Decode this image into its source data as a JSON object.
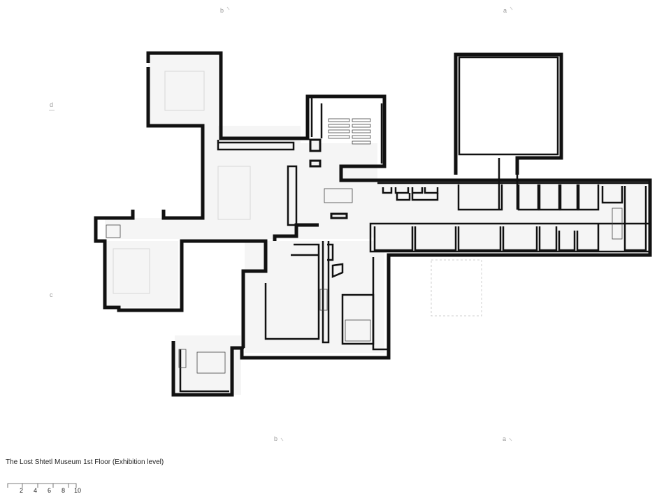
{
  "section_marks": {
    "b_top": "b",
    "a_top": "a",
    "d_left": "d",
    "c_left": "c",
    "b_bottom": "b",
    "a_bottom": "a"
  },
  "caption": "The Lost Shtetl Museum 1st Floor (Exhibition level)",
  "scale": {
    "ticks": [
      "2",
      "4",
      "6",
      "8",
      "10"
    ]
  },
  "colors": {
    "wall": "#111111",
    "floor": "#f5f5f5",
    "text": "#222222",
    "mark": "#9a9a9a"
  }
}
